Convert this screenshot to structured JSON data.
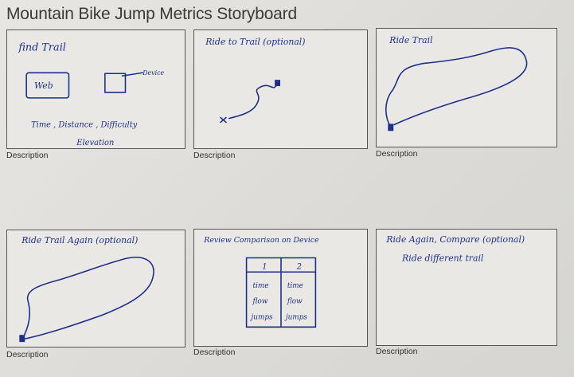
{
  "title": "Mountain Bike Jump Metrics Storyboard",
  "panels": [
    {
      "heading": "find Trail",
      "web_label": "Web",
      "device_label": "Device",
      "notes_line1": "Time , Distance , Difficulty",
      "notes_line2": "Elevation",
      "caption": "Description"
    },
    {
      "heading": "Ride to Trail (optional)",
      "caption": "Description"
    },
    {
      "heading": "Ride Trail",
      "caption": "Description"
    },
    {
      "heading": "Ride Trail Again (optional)",
      "caption": "Description"
    },
    {
      "heading": "Review Comparison on Device",
      "table": {
        "headers": [
          "1",
          "2"
        ],
        "rows": [
          [
            "time",
            "time"
          ],
          [
            "flow",
            "flow"
          ],
          [
            "jumps",
            "jumps"
          ]
        ]
      },
      "caption": "Description"
    },
    {
      "heading": "Ride Again, Compare (optional)",
      "subheading": "Ride different trail",
      "caption": "Description"
    }
  ]
}
